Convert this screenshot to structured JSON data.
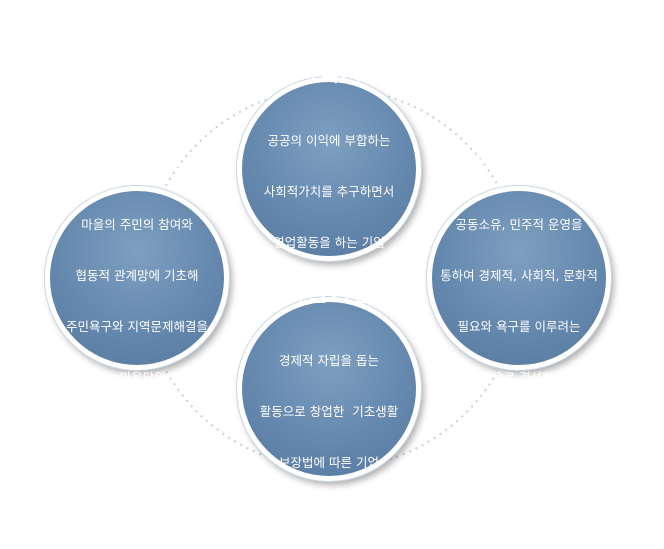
{
  "nodes": {
    "social": {
      "title": "사회적기업",
      "lines": [
        "공공의 이익에 부합하는",
        "사회적가치를 추구하면서",
        "영업활동을 하는 기업"
      ]
    },
    "village": {
      "title": "마을기업",
      "lines": [
        "마을의 주민의 참여와",
        "협동적 관계망에 기초해",
        "주민욕구와 지역문제해결을",
        "추구하는 마을단위의 기업"
      ]
    },
    "coop": {
      "title": "협동조합",
      "lines": [
        "공동소유, 민주적 운영을",
        "통하여 경제적, 사회적, 문화적",
        "필요와 욕구를 이루려는",
        "자발적으로 결성한 기업"
      ]
    },
    "selfhelp": {
      "title": "자활기업",
      "lines": [
        "경제적 자립을 돕는",
        "활동으로 창업한  기초생활",
        "보장법에 따른 기업"
      ]
    }
  },
  "colors": {
    "circle_fill": "#6588ae",
    "circle_border": "#ffffff",
    "connector": "#c8d0d8",
    "text": "#ffffff"
  }
}
